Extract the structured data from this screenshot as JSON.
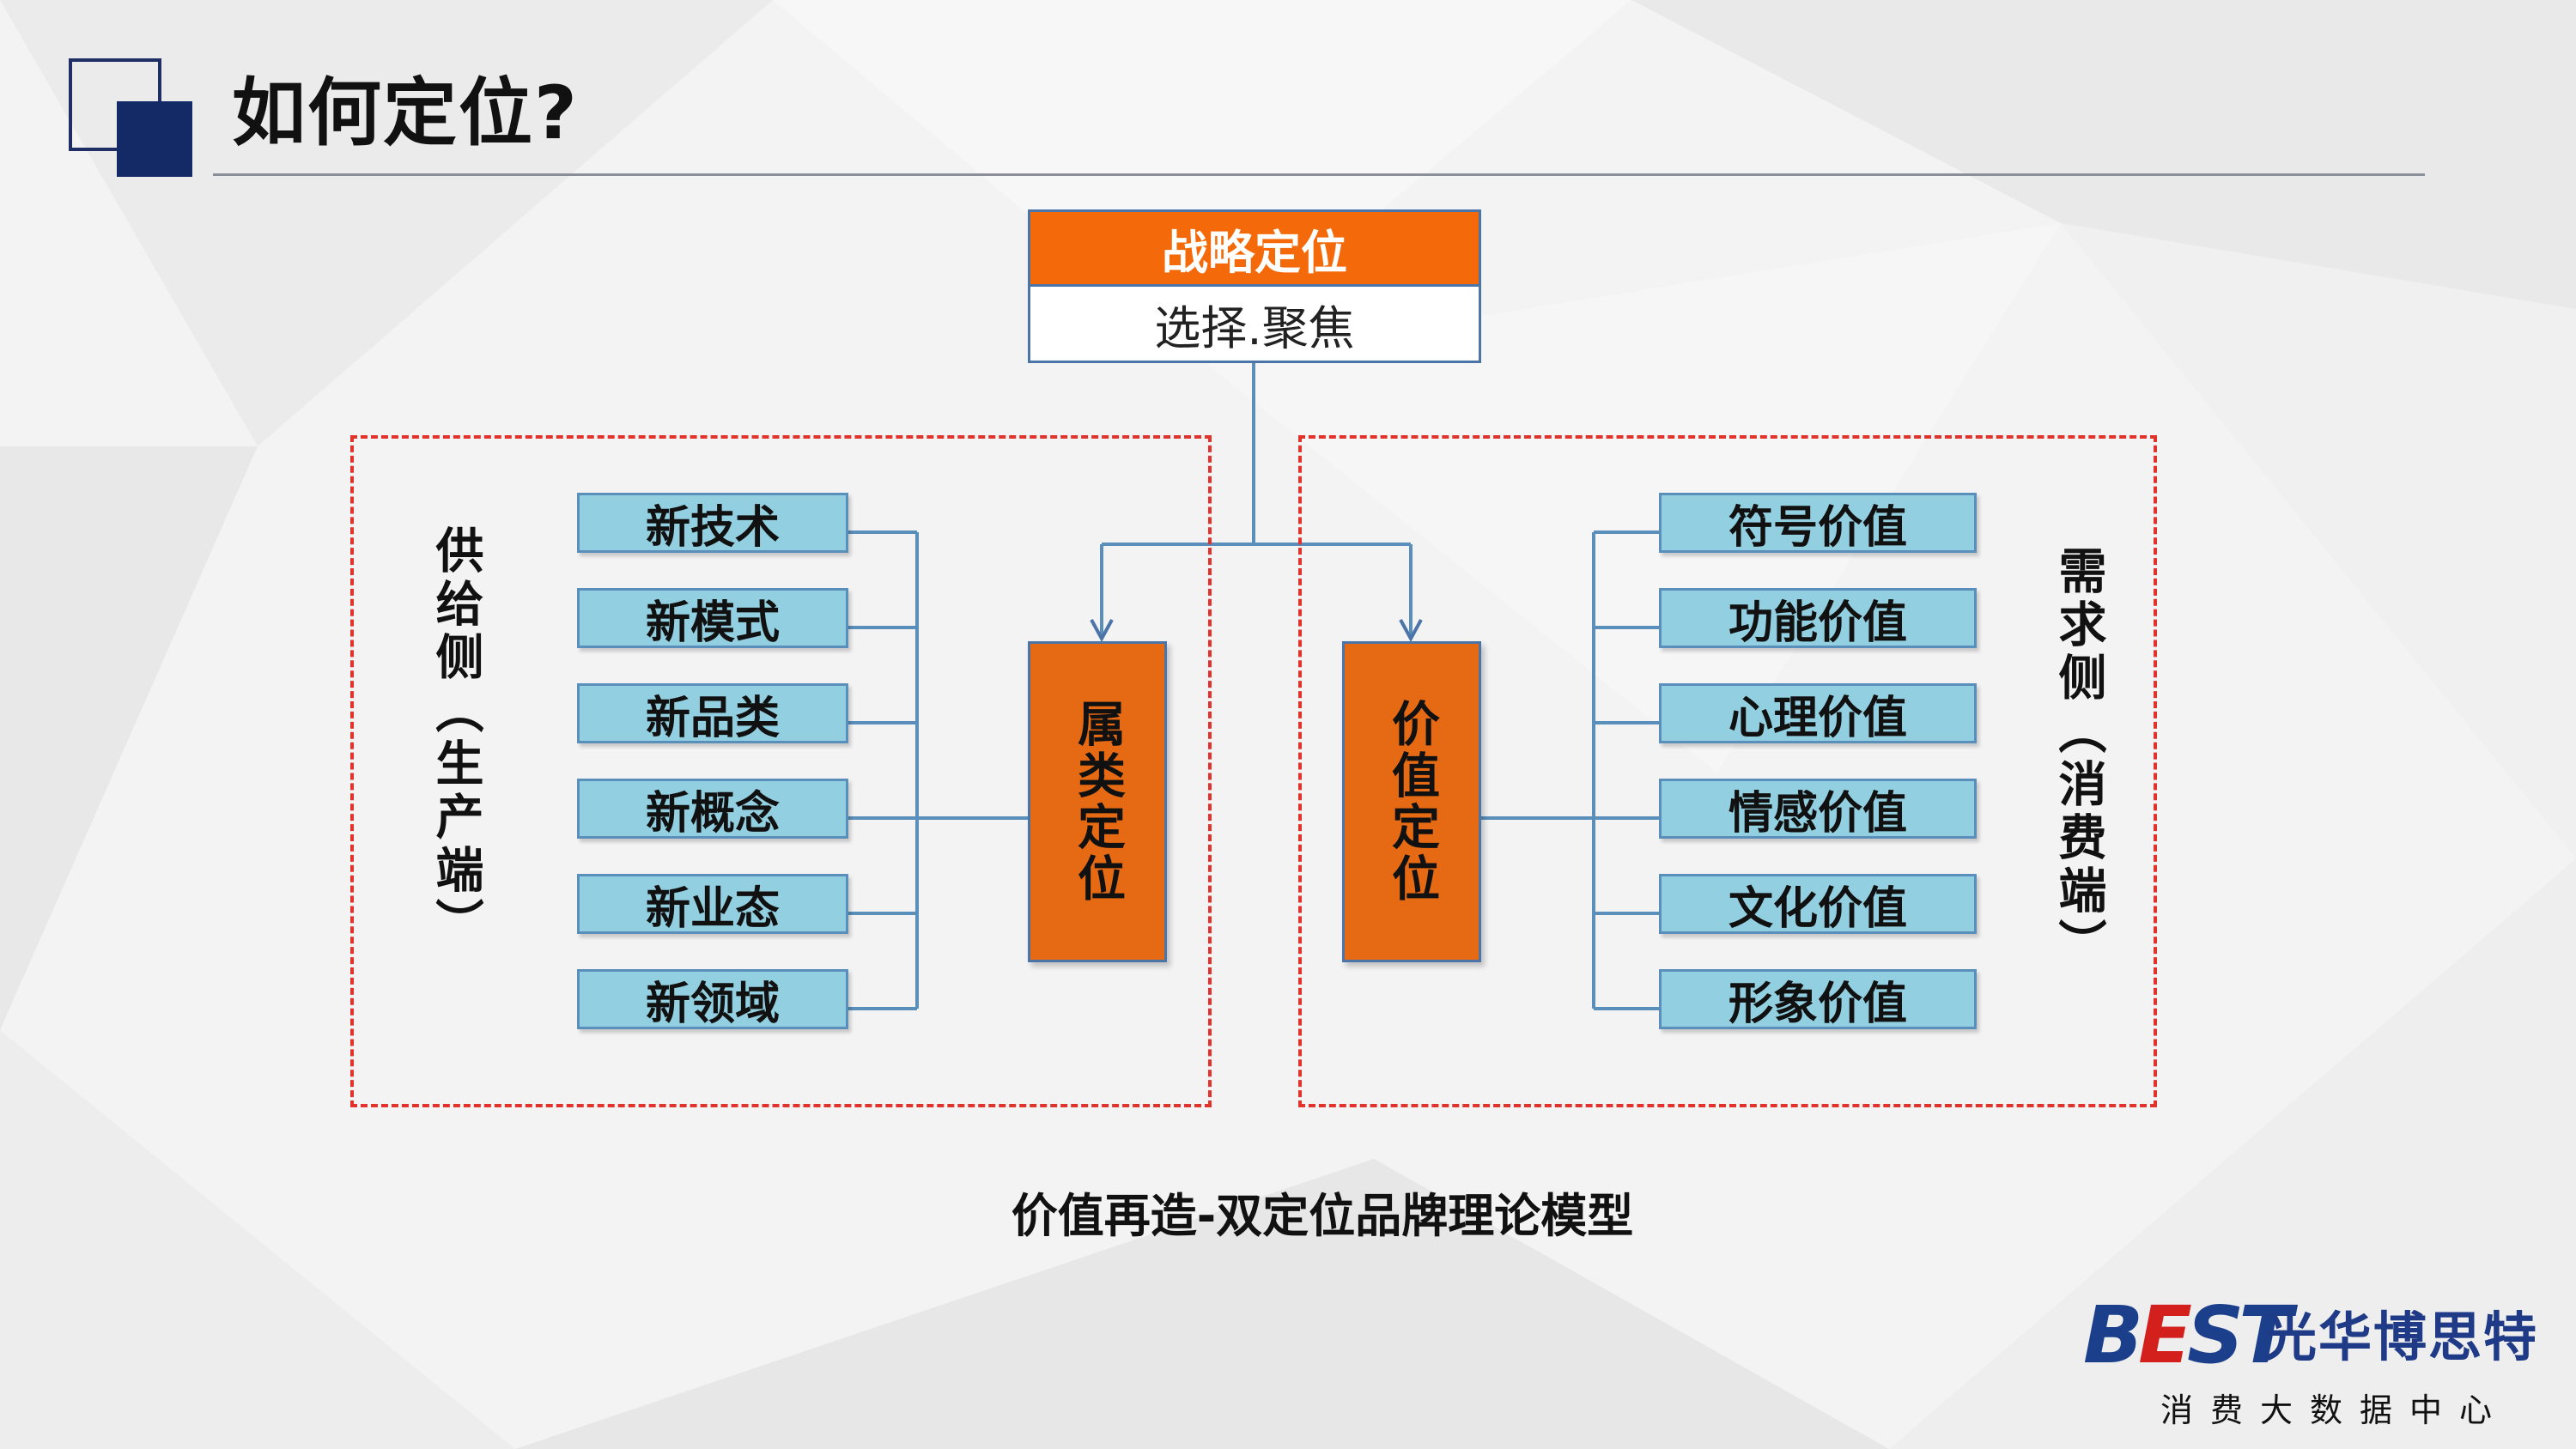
{
  "page": {
    "title": "如何定位?"
  },
  "top": {
    "head": "战略定位",
    "sub": "选择.聚焦"
  },
  "left": {
    "side_label": "供给侧（生产端）",
    "box": "属类定位",
    "items": [
      "新技术",
      "新模式",
      "新品类",
      "新概念",
      "新业态",
      "新领域"
    ]
  },
  "right": {
    "side_label": "需求侧（消费端）",
    "box": "价值定位",
    "items": [
      "符号价值",
      "功能价值",
      "心理价值",
      "情感价值",
      "文化价值",
      "形象价值"
    ]
  },
  "caption": "价值再造-双定位品牌理论模型",
  "logo": {
    "mark_b": "B",
    "mark_e": "E",
    "mark_st": "ST",
    "name": "光华博思特",
    "subtitle": "消费大数据中心"
  },
  "colors": {
    "accent_orange": "#f46a0a",
    "box_orange": "#e56a13",
    "item_blue": "#92cfe0",
    "line_blue": "#4b74a8",
    "dash_red": "#e2322c",
    "navy": "#142a66"
  }
}
